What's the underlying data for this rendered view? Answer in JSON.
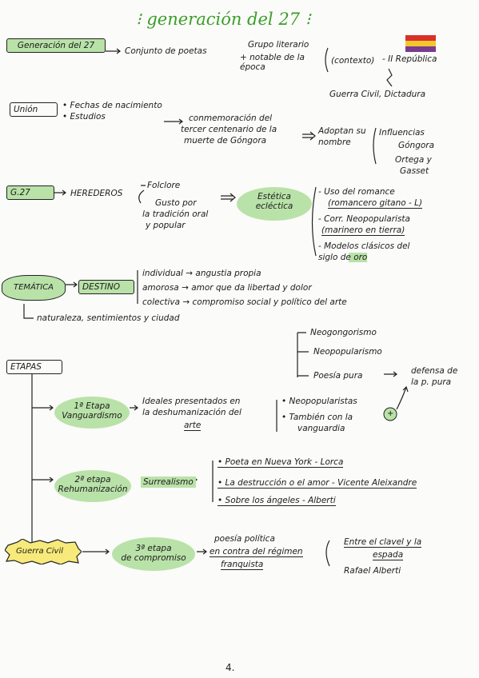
{
  "title": "generación del 27",
  "flag_colors": [
    "#d8312a",
    "#f2c72d",
    "#7a3b8f"
  ],
  "accent_color": "#b9e2a8",
  "row1": {
    "label": "Generación del 27",
    "def": "Conjunto de poetas",
    "eq1": "Grupo literario",
    "eq2": "+ notable de la época",
    "context": "(contexto)",
    "republic": "II República",
    "war": "Guerra Civil, Dictadura"
  },
  "row2": {
    "label": "Unión",
    "b1": "• Fechas de nacimiento",
    "b2": "• Estudios",
    "commem1": "conmemoración del",
    "commem2": "tercer centenario de la",
    "commem3": "muerte de Góngora",
    "adopt1": "Adoptan su",
    "adopt2": "nombre",
    "infl": "Influencias",
    "i1": "Góngora",
    "i2": "Ortega y",
    "i3": "Gasset"
  },
  "row3": {
    "label": "G.27",
    "heirs": "HEREDEROS",
    "folk": "Folclore",
    "taste1": "Gusto por",
    "taste2": "la tradición oral",
    "taste3": "y popular",
    "aesth1": "Estética",
    "aesth2": "ecléctica",
    "e1": "- Uso del romance",
    "e1b": "(romancero gitano - L)",
    "e2": "- Corr. Neopopularista",
    "e2b": "(marinero en tierra)",
    "e3": "- Modelos clásicos del",
    "e3b": "siglo de oro"
  },
  "row4": {
    "label": "TEMÁTICA",
    "dest": "DESTINO",
    "l1": "individual → angustia propia",
    "l2": "amorosa → amor que da libertad y dolor",
    "l3": "colectiva → compromiso social y político del arte",
    "nature": "naturaleza, sentimientos y ciudad"
  },
  "stages": {
    "label": "ETAPAS",
    "neo1": "Neogongorismo",
    "neo2": "Neopopularismo",
    "pure": "Poesía pura",
    "pure_arrow": "→",
    "defense1": "defensa de",
    "defense2": "la p. pura",
    "s1a": "1ª Etapa",
    "s1b": "Vanguardismo",
    "s1d1": "Ideales presentados en",
    "s1d2": "la deshumanización del",
    "s1d3": "arte",
    "s1r1": "• Neopopularistas",
    "s1r2": "• También con la",
    "s1r3": "vanguardia",
    "plus": "+",
    "s2a": "2ª etapa",
    "s2b": "Rehumanización",
    "surr": "Surrealismo",
    "s2r1": "• Poeta en Nueva York - Lorca",
    "s2r2": "• La destrucción o el amor - Vicente Aleixandre",
    "s2r3": "• Sobre los ángeles - Alberti",
    "civil": "Guerra Civil",
    "s3a": "3ª etapa",
    "s3b": "de compromiso",
    "s3d1": "poesía política",
    "s3d2": "en contra del régimen",
    "s3d3": "franquista",
    "s3w1": "Entre el clavel y la",
    "s3w2": "espada",
    "s3w3": "Rafael Alberti"
  },
  "page_number": "4."
}
